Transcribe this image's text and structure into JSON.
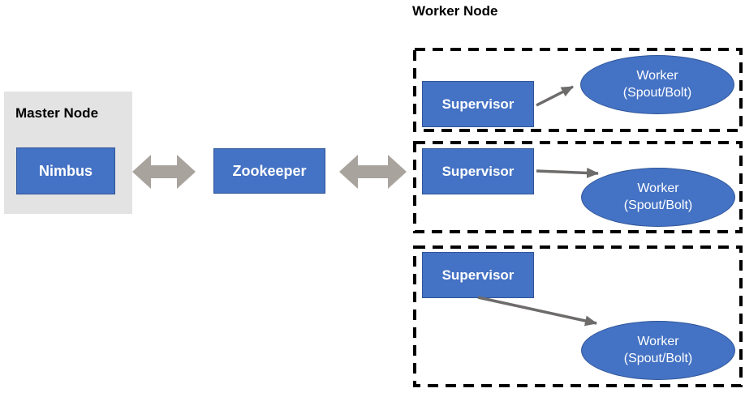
{
  "diagram": {
    "master_node": {
      "label": "Master Node",
      "nimbus": {
        "label": "Nimbus"
      }
    },
    "zookeeper": {
      "label": "Zookeeper"
    },
    "worker_node": {
      "label": "Worker Node",
      "groups": [
        {
          "supervisor": {
            "label": "Supervisor"
          },
          "worker": {
            "line1": "Worker",
            "line2": "(Spout/Bolt)"
          }
        },
        {
          "supervisor": {
            "label": "Supervisor"
          },
          "worker": {
            "line1": "Worker",
            "line2": "(Spout/Bolt)"
          }
        },
        {
          "supervisor": {
            "label": "Supervisor"
          },
          "worker": {
            "line1": "Worker",
            "line2": "(Spout/Bolt)"
          }
        }
      ]
    },
    "edges": [
      {
        "from": "Nimbus",
        "to": "Zookeeper",
        "type": "bidirectional"
      },
      {
        "from": "Zookeeper",
        "to": "Worker Node",
        "type": "bidirectional"
      },
      {
        "from": "Supervisor 1",
        "to": "Worker (Spout/Bolt) 1",
        "type": "directed"
      },
      {
        "from": "Supervisor 2",
        "to": "Worker (Spout/Bolt) 2",
        "type": "directed"
      },
      {
        "from": "Supervisor 3",
        "to": "Worker (Spout/Bolt) 3",
        "type": "directed"
      }
    ],
    "colors": {
      "canvas_bg": "#FFFFFF",
      "node_fill": "#4472C4",
      "node_border": "#2F5597",
      "node_text": "#FFFFFF",
      "label_text": "#000000",
      "master_panel_bg": "#E3E3E3",
      "dashed_border": "#000000",
      "double_arrow": "#A8A39D",
      "single_arrow": "#6E6C6B"
    }
  }
}
